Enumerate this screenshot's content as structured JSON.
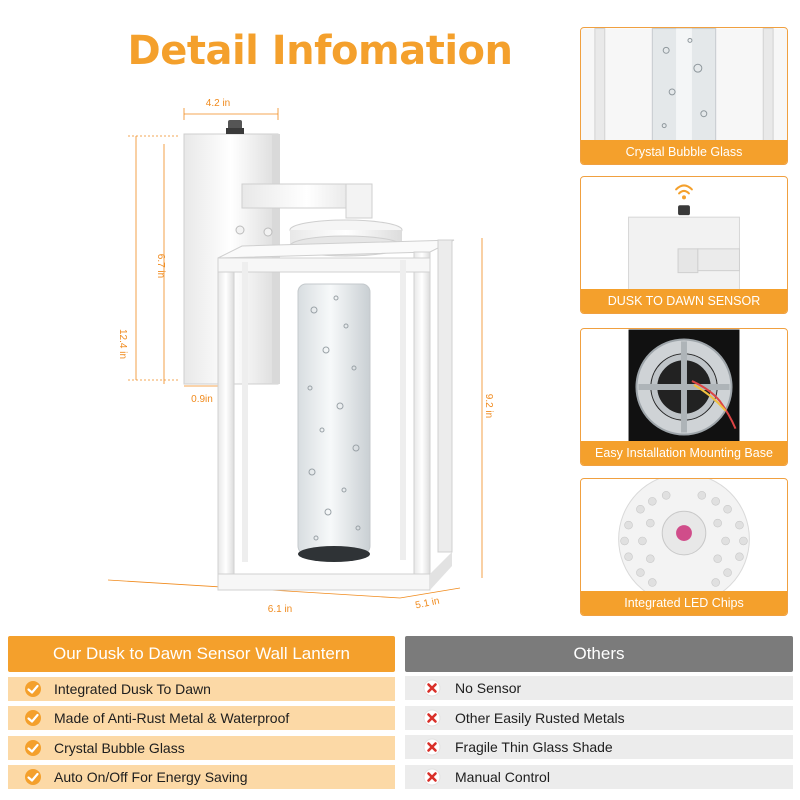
{
  "title": "Detail Infomation",
  "dimensions": {
    "top_width": "4.2 in",
    "arm_height": "6.7 in",
    "total_height": "12.4 in",
    "base_depth": "0.9in",
    "lantern_height": "9.2 in",
    "front_width": "6.1 in",
    "side_depth": "5.1 in"
  },
  "cards": [
    {
      "caption": "Crystal Bubble Glass",
      "icon": "bubble-glass-closeup"
    },
    {
      "caption": "DUSK TO DAWN  SENSOR",
      "icon": "sensor-closeup"
    },
    {
      "caption": "Easy Installation Mounting Base",
      "icon": "mounting-base-closeup"
    },
    {
      "caption": "Integrated LED Chips",
      "icon": "led-chips-closeup"
    }
  ],
  "comparison": {
    "ours_header": "Our Dusk to Dawn Sensor Wall Lantern",
    "others_header": "Others",
    "ours": [
      "Integrated Dusk To Dawn",
      "Made of Anti-Rust Metal & Waterproof",
      "Crystal Bubble Glass",
      "Auto On/Off For Energy Saving"
    ],
    "others": [
      "No Sensor",
      "Other Easily Rusted Metals",
      "Fragile Thin Glass Shade",
      "Manual Control"
    ]
  },
  "colors": {
    "accent": "#f4a02c",
    "check": "#f4a02c",
    "cross": "#d9302a",
    "others_header": "#7b7b7b"
  }
}
